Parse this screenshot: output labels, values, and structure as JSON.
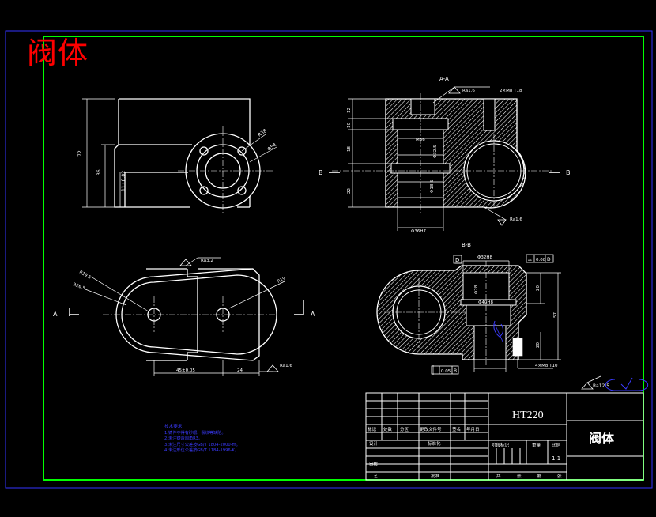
{
  "title": "阀体",
  "views": {
    "section_aa_label": "A-A",
    "section_bb_label": "B-B",
    "marker_a": "A",
    "marker_b": "B",
    "datum_d": "D"
  },
  "front_view": {
    "dims": [
      "72",
      "36",
      "11±0.02",
      "R38",
      "Φ54"
    ]
  },
  "section_aa": {
    "roughness": [
      "Ra1.6",
      "Ra1.6"
    ],
    "hole_note": "2×M8 T18",
    "dims": [
      "12",
      "10",
      "18",
      "22",
      "M36",
      "Φ32.5",
      "Φ18.5",
      "Φ36H7"
    ],
    "callout": "Φ36H7"
  },
  "plan_view": {
    "dims": [
      "R19.5",
      "R26.5",
      "R19",
      "45±0.05",
      "24"
    ],
    "roughness": [
      "Ra3.2",
      "Ra1.6"
    ]
  },
  "section_bb": {
    "dims": [
      "Φ32H8",
      "Φ28",
      "Φ40H8",
      "20",
      "57",
      "20",
      "4×M8 T10"
    ],
    "tolerance_flat": [
      "⌓",
      "0.08",
      "D"
    ],
    "tolerance_perp": [
      "⊥",
      "0.05",
      "B"
    ]
  },
  "general_roughness": "Ra12.5",
  "title_block": {
    "material": "HT220",
    "part_name": "阀体",
    "row_labels": [
      "标记",
      "处数",
      "分区",
      "更改文件号",
      "签名",
      "年月日"
    ],
    "design_label": "设计",
    "standardize_label": "标准化",
    "stage_label": "阶段标记",
    "weight_label": "重量",
    "scale_label": "比例",
    "scale_value": "1:1",
    "review_label": "审核",
    "process_label": "工艺",
    "approve_label": "批准",
    "sheets": [
      "共",
      "张",
      "第",
      "张"
    ]
  },
  "tech_notes": {
    "heading": "技术要求:",
    "items": [
      "1.铸件不得有砂眼、裂纹等缺陷。",
      "2.未注铸造圆角R3。",
      "3.未注尺寸公差按GB/T 1804-2000-m。",
      "4.未注形位公差按GB/T 1184-1996-K。"
    ]
  },
  "colors": {
    "background": "#000000",
    "line": "#ffffff",
    "frame_outer": "#3333ff",
    "frame_inner": "#00ff00",
    "title_red": "#ff0000",
    "notes_blue": "#3b3bff"
  }
}
